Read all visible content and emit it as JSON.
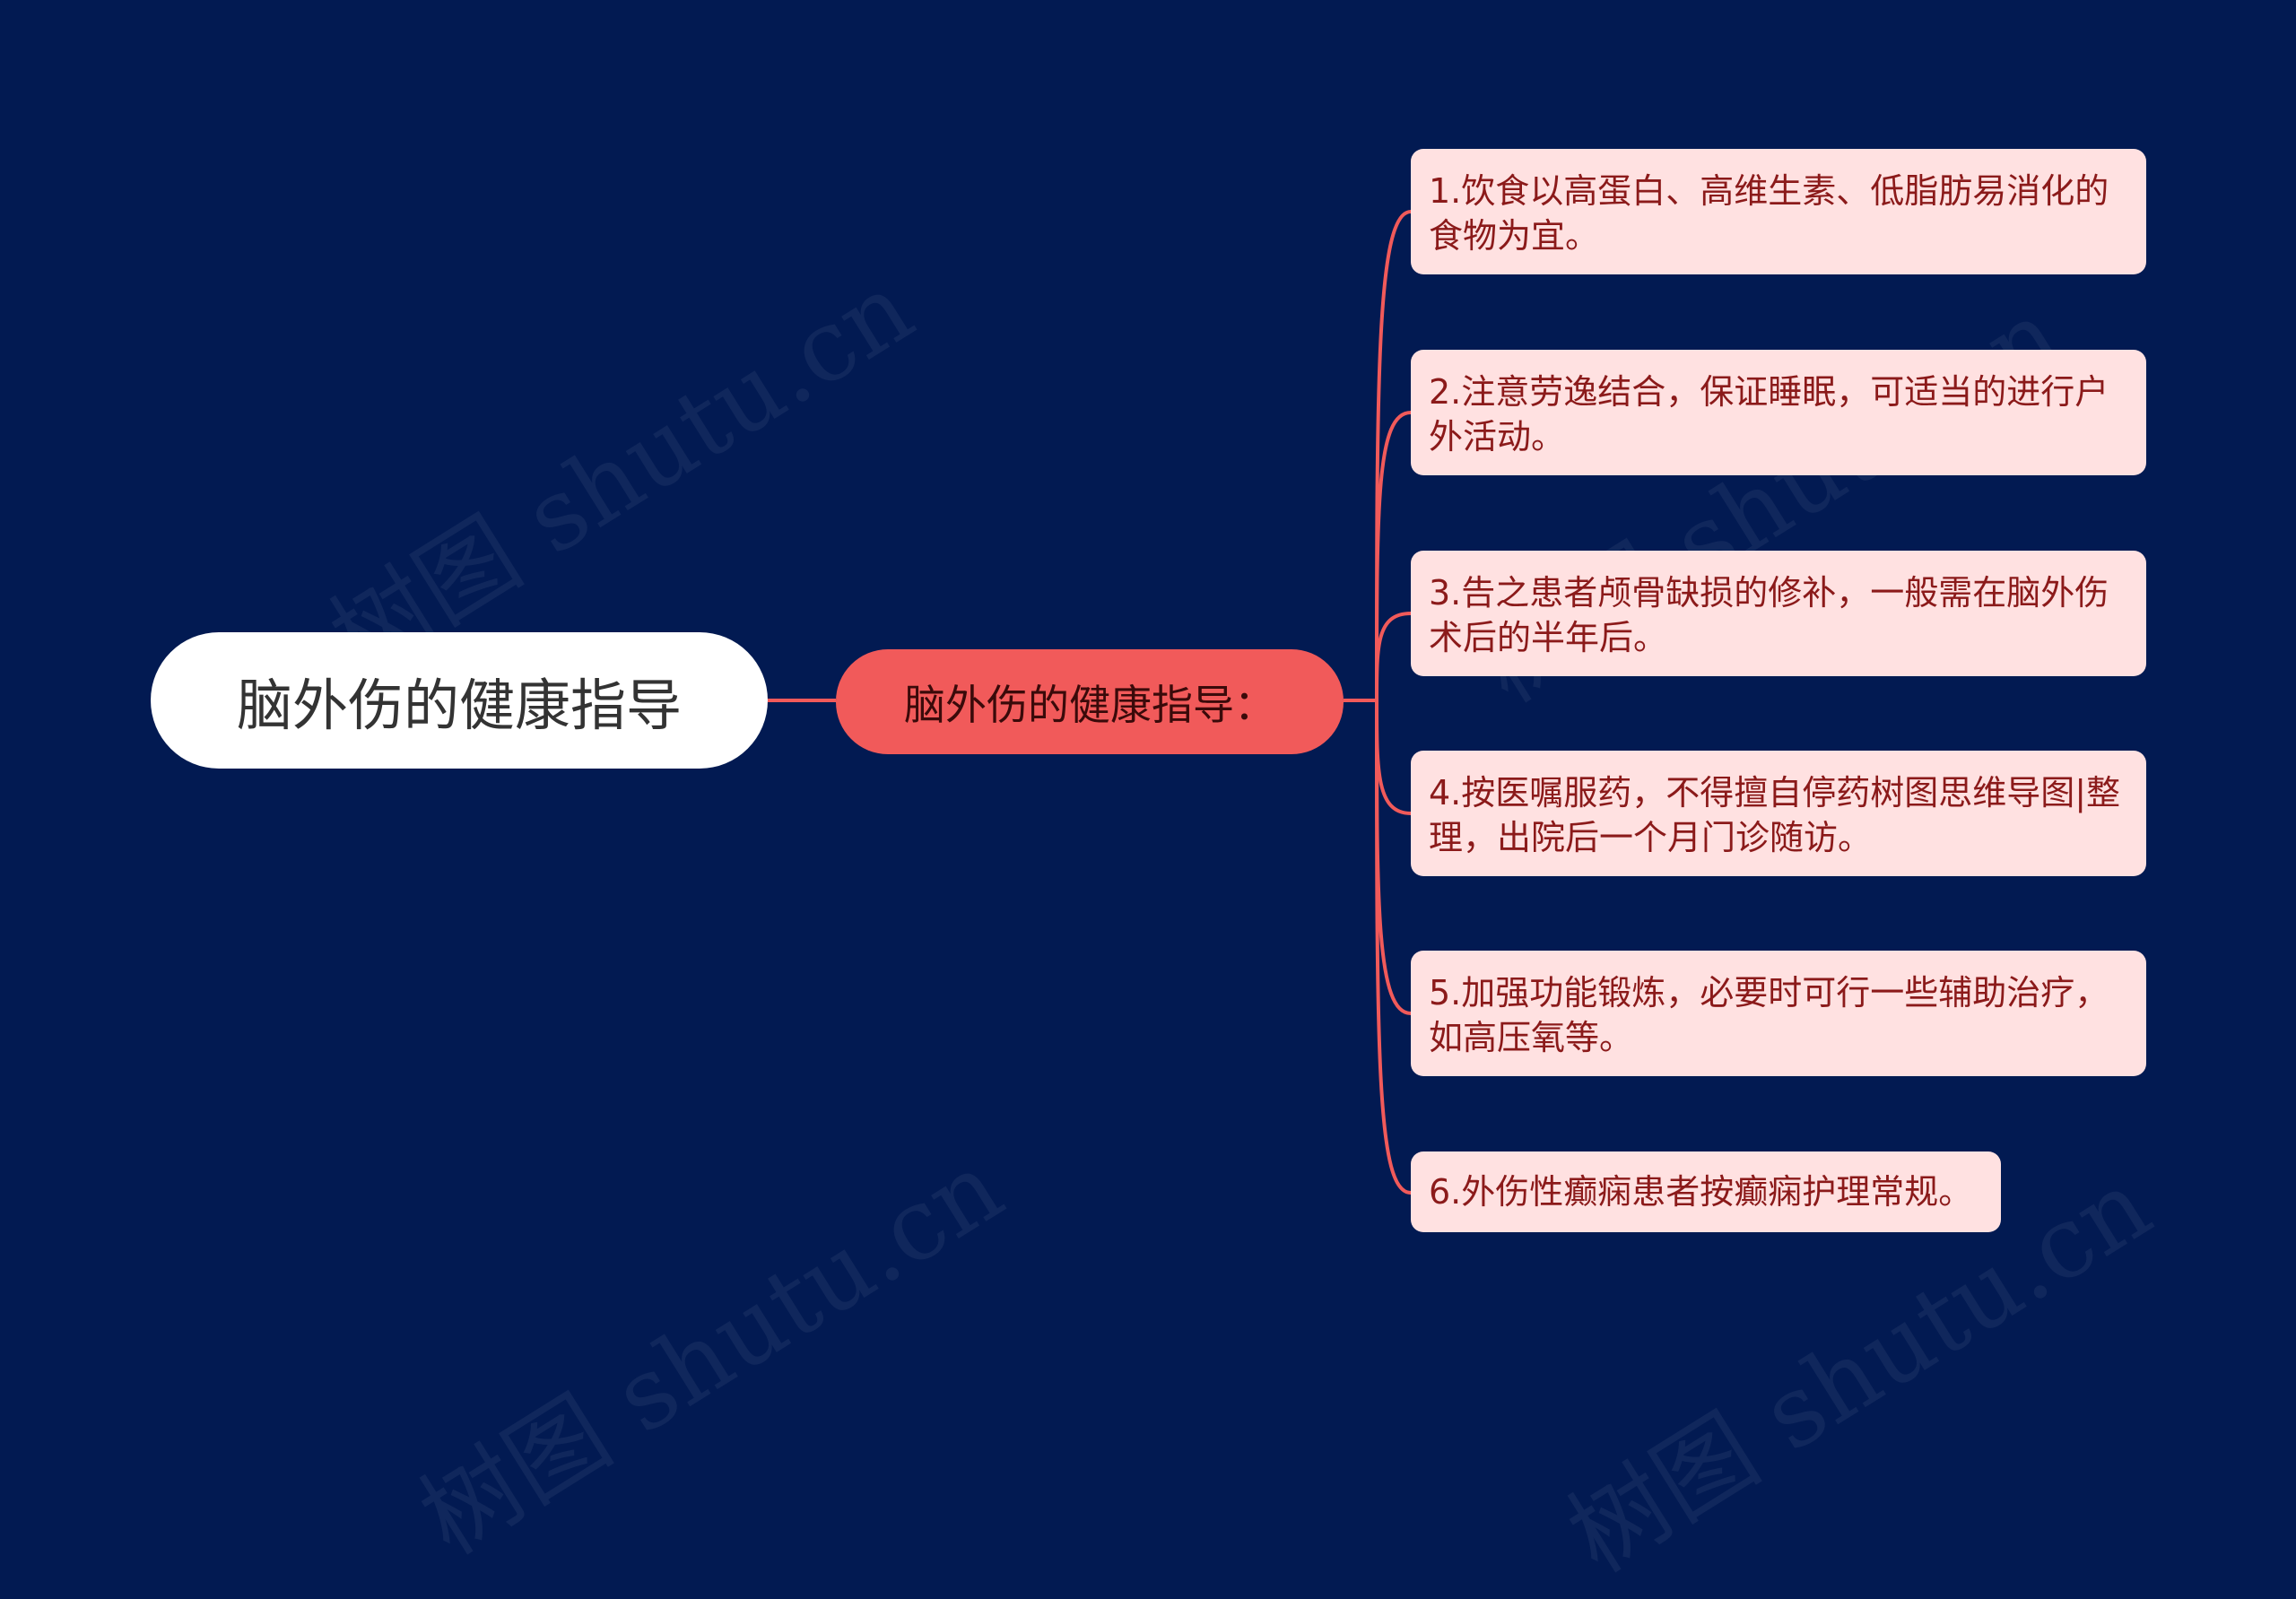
{
  "root": {
    "label": "脑外伤的健康指导"
  },
  "branch": {
    "label": "脑外伤的健康指导："
  },
  "leaves": [
    {
      "text": "1.饮食以高蛋白、高维生素、低脂肪易消化的食物为宜。"
    },
    {
      "text": "2.注意劳逸结合，保证睡眠，可适当的进行户外活动。"
    },
    {
      "text": "3.告之患者颅骨缺损的修补，一般需在脑外伤术后的半年后。"
    },
    {
      "text": "4.按医嘱服药，不得擅自停药树图思维导图|整理，出院后一个月门诊随访。"
    },
    {
      "text": "5.加强功能锻炼，必要时可行一些辅助治疗，如高压氧等。"
    },
    {
      "text": "6.外伤性癫痫患者按癫痫护理常规。"
    }
  ],
  "watermark": {
    "text": "树图 shutu.cn"
  },
  "colors": {
    "background": "#021a52",
    "connector": "#f15a5a",
    "root_fill": "#ffffff",
    "branch_fill": "#f15a5a",
    "leaf_fill": "#ffe1e1",
    "leaf_text": "#8b1a1a"
  }
}
